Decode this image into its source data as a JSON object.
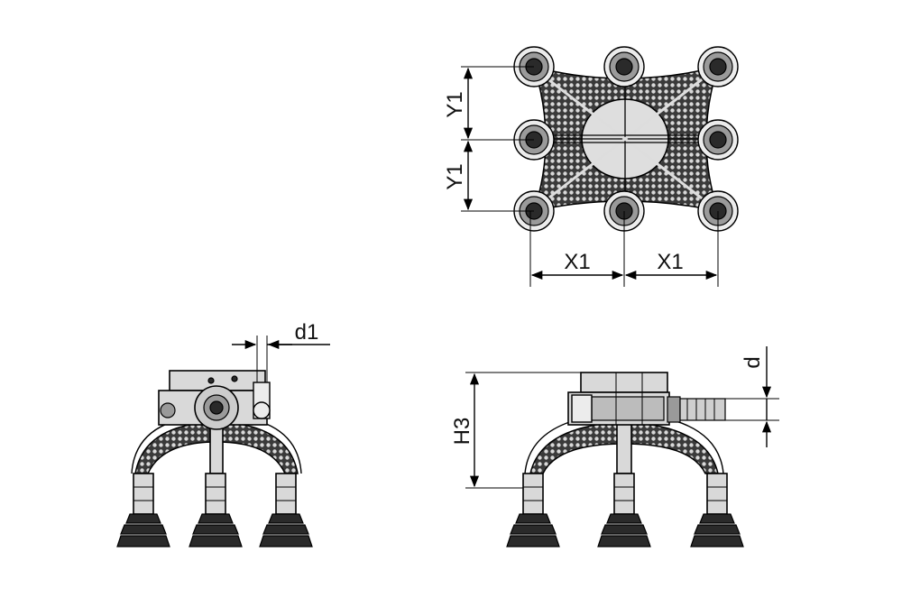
{
  "dimensions": {
    "x1_left": "X1",
    "x1_right": "X1",
    "y1_top": "Y1",
    "y1_bottom": "Y1",
    "d1": "d1",
    "d": "d",
    "h3": "H3"
  }
}
